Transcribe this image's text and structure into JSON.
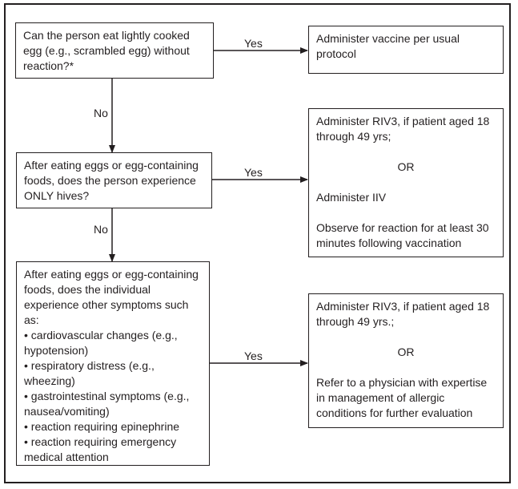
{
  "q1": "Can the person eat lightly cooked egg (e.g., scrambled egg) without reaction?*",
  "a1": "Administer vaccine per usual protocol",
  "q2": "After eating eggs or egg-containing foods, does the person experience ONLY hives?",
  "a2": {
    "line1": "Administer RIV3, if patient aged 18 through 49 yrs;",
    "or": "OR",
    "line2": "Administer IIV",
    "line3": "Observe for reaction for at least 30 minutes following vaccination"
  },
  "q3": {
    "intro": "After eating eggs or egg-containing foods, does the individual experience other symptoms such as:",
    "bullets": [
      "• cardiovascular changes (e.g., hypotension)",
      "• respiratory distress (e.g., wheezing)",
      "• gastrointestinal symptoms (e.g., nausea/vomiting)",
      "• reaction requiring epinephrine",
      "• reaction requiring emergency medical attention"
    ]
  },
  "a3": {
    "line1": "Administer RIV3, if patient aged 18 through 49 yrs.;",
    "or": "OR",
    "line2": "Refer to a physician with expertise in management of allergic conditions for further evaluation"
  },
  "labels": {
    "yes1": "Yes",
    "no1": "No",
    "yes2": "Yes",
    "no2": "No",
    "yes3": "Yes"
  }
}
